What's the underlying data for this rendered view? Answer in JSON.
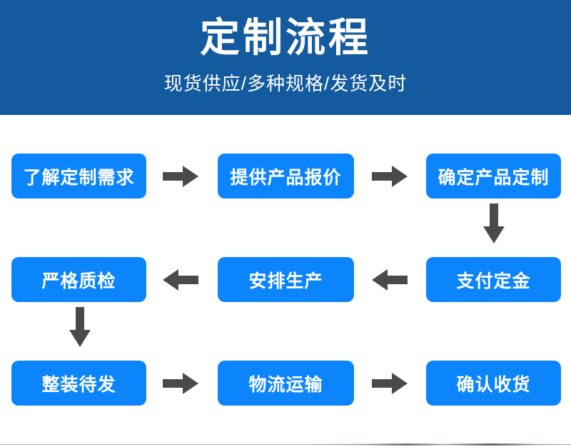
{
  "banner": {
    "title": "定制流程",
    "subtitle": "现货供应/多种规格/发货及时",
    "background_color": "#145A9E",
    "text_color": "#FFFFFF"
  },
  "theme": {
    "node_color": "#0B84FC",
    "node_text_color": "#FFFFFF",
    "arrow_color": "#4A4A4A",
    "page_background": "#FFFFFF"
  },
  "flow": {
    "rows": [
      {
        "direction": "left-to-right",
        "nodes": [
          {
            "label": "了解定制需求"
          },
          {
            "label": "提供产品报价"
          },
          {
            "label": "确定产品定制"
          }
        ],
        "connectors": [
          {
            "icon": "arrow-right-icon"
          },
          {
            "icon": "arrow-right-icon"
          }
        ]
      },
      {
        "direction": "right-to-left",
        "nodes": [
          {
            "label": "严格质检"
          },
          {
            "label": "安排生产"
          },
          {
            "label": "支付定金"
          }
        ],
        "connectors": [
          {
            "icon": "arrow-left-icon"
          },
          {
            "icon": "arrow-left-icon"
          }
        ]
      },
      {
        "direction": "left-to-right",
        "nodes": [
          {
            "label": "整装待发"
          },
          {
            "label": "物流运输"
          },
          {
            "label": "确认收货"
          }
        ],
        "connectors": [
          {
            "icon": "arrow-right-icon"
          },
          {
            "icon": "arrow-right-icon"
          }
        ]
      }
    ],
    "vertical_connectors": [
      {
        "icon": "arrow-down-icon",
        "from": "确定产品定制",
        "to": "支付定金"
      },
      {
        "icon": "arrow-down-icon",
        "from": "严格质检",
        "to": "整装待发"
      }
    ]
  }
}
